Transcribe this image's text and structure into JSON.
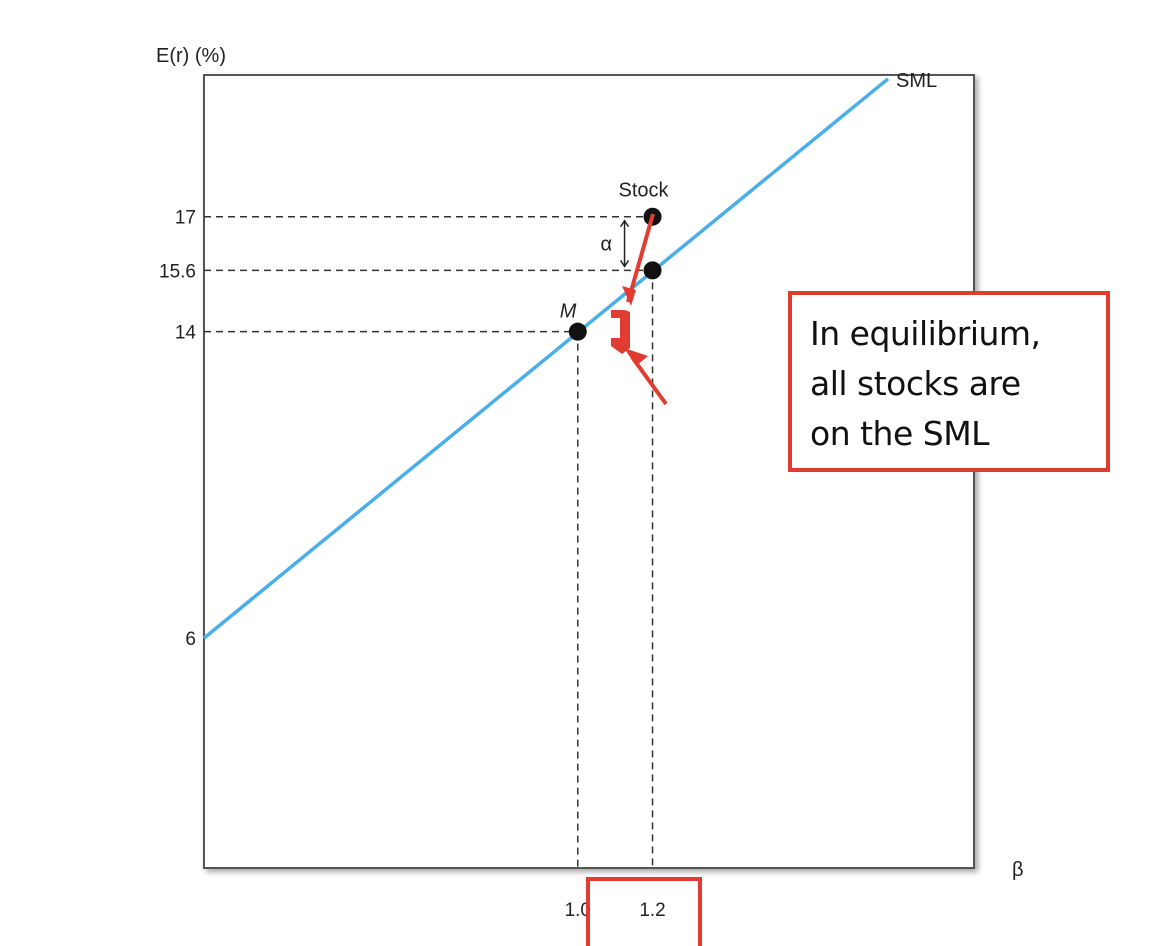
{
  "chart_data": {
    "type": "line",
    "ylabel": "E(r) (%)",
    "xlabel": "β",
    "yticks": [
      {
        "value": 17,
        "label": "17"
      },
      {
        "value": 15.6,
        "label": "15.6"
      },
      {
        "value": 14,
        "label": "14"
      },
      {
        "value": 6,
        "label": "6"
      }
    ],
    "xticks": [
      {
        "value": 1.0,
        "label": "1.0"
      },
      {
        "value": 1.2,
        "label": "1.2"
      }
    ],
    "xlim": [
      0,
      2.06
    ],
    "ylim": [
      0,
      20.7
    ],
    "series": [
      {
        "name": "SML",
        "x": [
          0,
          1.83
        ],
        "y": [
          6,
          20.6
        ],
        "color": "#4aaee8"
      }
    ],
    "points": [
      {
        "name": "M",
        "label": "M",
        "x": 1.0,
        "y": 14
      },
      {
        "name": "Stock",
        "label": "Stock",
        "x": 1.2,
        "y": 17
      },
      {
        "name": "Stock on SML",
        "label": "",
        "x": 1.2,
        "y": 15.6
      }
    ],
    "annotations": {
      "alpha_label": "α",
      "callout_lines": [
        "In equilibrium,",
        "all stocks are",
        "on the SML"
      ]
    },
    "colors": {
      "sml": "#4aaee8",
      "highlight": "#e03c31",
      "axis": "#555555"
    },
    "grid": false
  }
}
